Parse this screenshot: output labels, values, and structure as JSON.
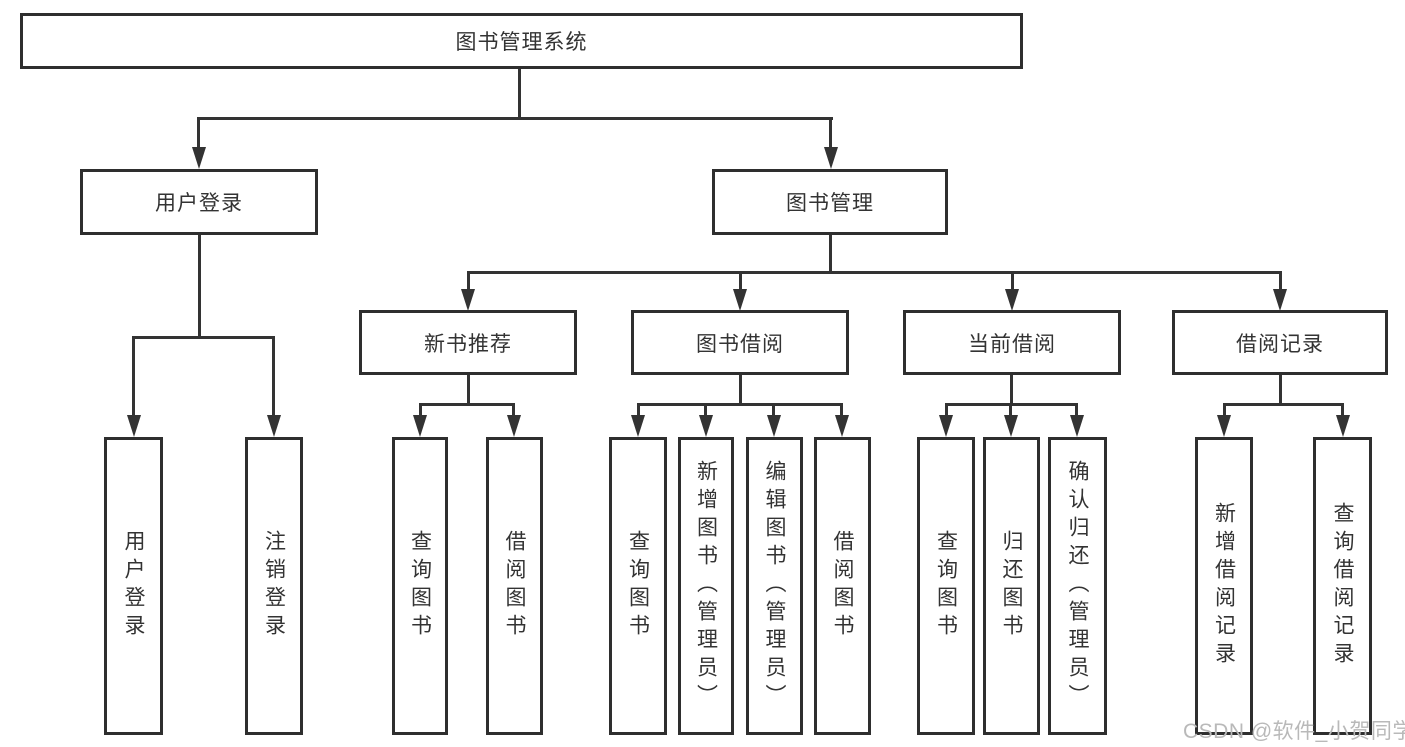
{
  "diagram": {
    "type": "hierarchy",
    "root": {
      "label": "图书管理系统"
    },
    "branches": [
      {
        "label": "用户登录",
        "leaves": [
          "用户登录",
          "注销登录"
        ]
      },
      {
        "label": "图书管理",
        "children": [
          {
            "label": "新书推荐",
            "leaves": [
              "查询图书",
              "借阅图书"
            ]
          },
          {
            "label": "图书借阅",
            "leaves": [
              "查询图书",
              "新增图书（管理员）",
              "编辑图书（管理员）",
              "借阅图书"
            ]
          },
          {
            "label": "当前借阅",
            "leaves": [
              "查询图书",
              "归还图书",
              "确认归还（管理员）"
            ]
          },
          {
            "label": "借阅记录",
            "leaves": [
              "新增借阅记录",
              "查询借阅记录"
            ]
          }
        ]
      }
    ]
  },
  "watermark": {
    "text": "CSDN @软件_小贺同学"
  },
  "colors": {
    "line": "#333333",
    "box_border": "#2e2e2e",
    "text": "#333333",
    "background": "#ffffff",
    "watermark": "#b9b9b9"
  }
}
